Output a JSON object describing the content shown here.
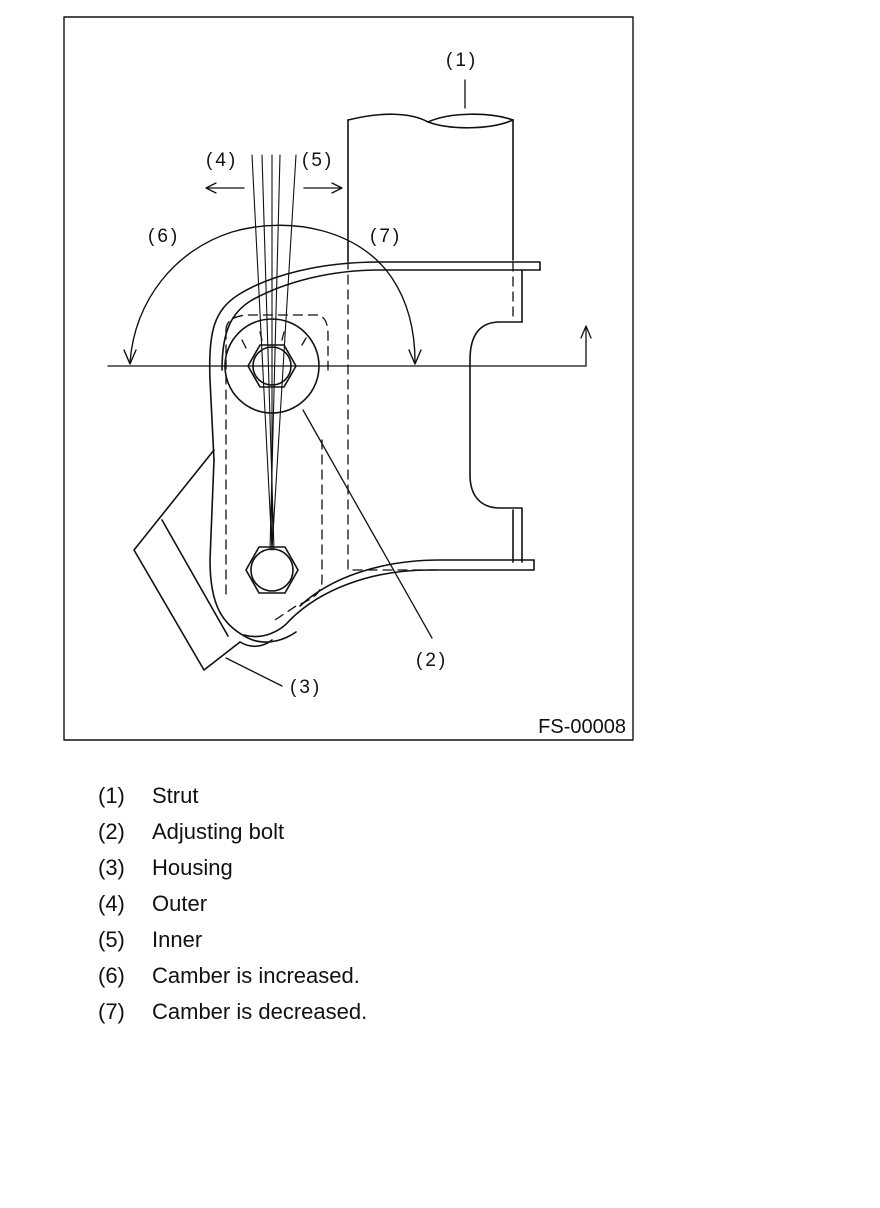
{
  "figure": {
    "code": "FS-00008",
    "callouts": {
      "c1": "(1)",
      "c2": "(2)",
      "c3": "(3)",
      "c4": "(4)",
      "c5": "(5)",
      "c6": "(6)",
      "c7": "(7)"
    }
  },
  "legend": [
    {
      "num": "(1)",
      "text": "Strut"
    },
    {
      "num": "(2)",
      "text": "Adjusting bolt"
    },
    {
      "num": "(3)",
      "text": "Housing"
    },
    {
      "num": "(4)",
      "text": "Outer"
    },
    {
      "num": "(5)",
      "text": "Inner"
    },
    {
      "num": "(6)",
      "text": "Camber is increased."
    },
    {
      "num": "(7)",
      "text": "Camber is decreased."
    }
  ]
}
